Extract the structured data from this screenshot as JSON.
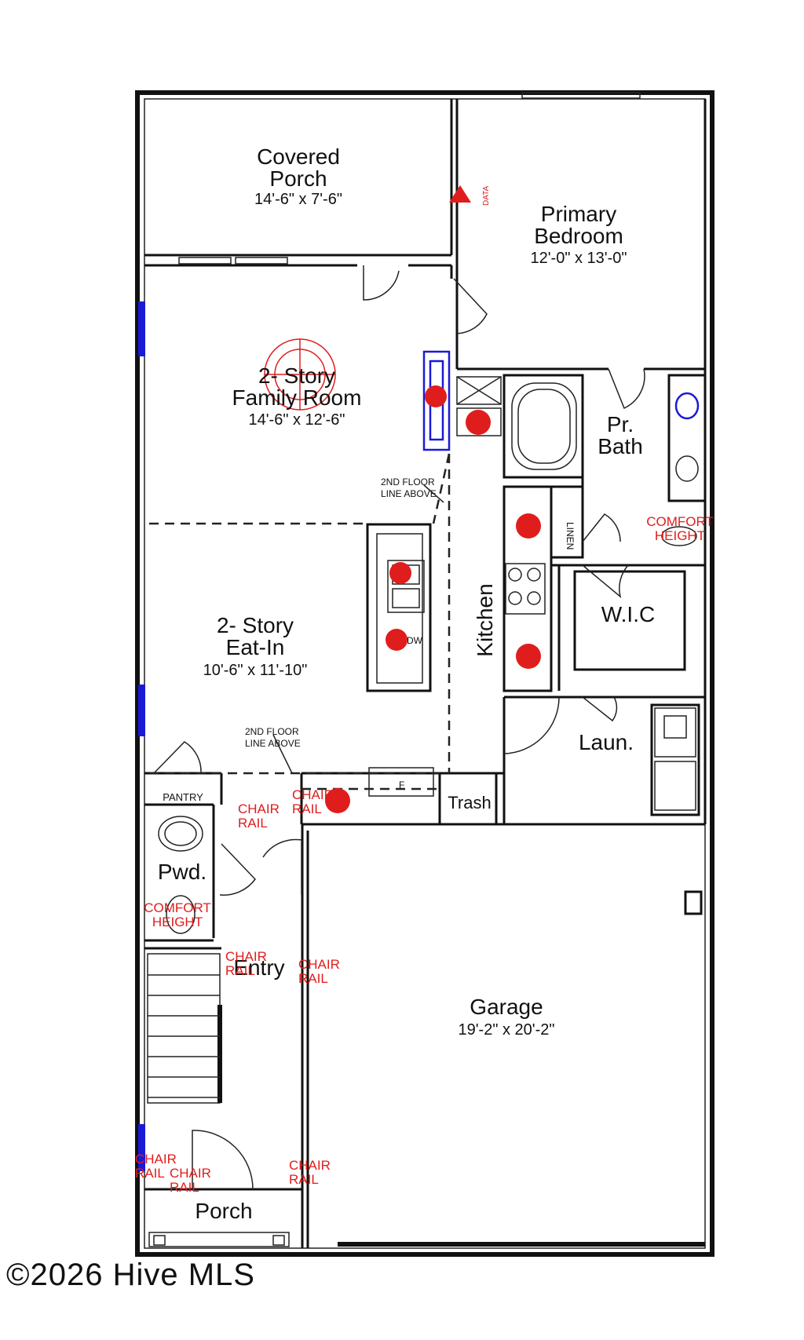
{
  "rooms": {
    "covered_porch": {
      "name_line1": "Covered",
      "name_line2": "Porch",
      "dims": "14'-6\" x 7'-6\""
    },
    "primary_bedroom": {
      "name_line1": "Primary",
      "name_line2": "Bedroom",
      "dims": "12'-0\" x 13'-0\""
    },
    "family_room": {
      "name_line1": "2- Story",
      "name_line2": "Family Room",
      "dims": "14'-6\" x 12'-6\""
    },
    "pr_bath": {
      "name_line1": "Pr.",
      "name_line2": "Bath"
    },
    "linen": "LINEN",
    "wic": "W.I.C",
    "kitchen": "Kitchen",
    "eat_in": {
      "name_line1": "2- Story",
      "name_line2": "Eat-In",
      "dims": "10'-6\" x 11'-10\""
    },
    "laundry": "Laun.",
    "trash": "Trash",
    "pantry": "PANTRY",
    "powder": "Pwd.",
    "entry": "Entry",
    "garage": {
      "name": "Garage",
      "dims": "19'-2\" x 20'-2\""
    },
    "porch": "Porch"
  },
  "notes": {
    "second_floor_line_1": {
      "line1": "2ND FLOOR",
      "line2": "LINE ABOVE"
    },
    "second_floor_line_2": {
      "line1": "2ND FLOOR",
      "line2": "LINE ABOVE"
    },
    "data": "DATA",
    "dw": "DW",
    "fridge": "F",
    "chair_rail_word1": "CHAIR",
    "chair_rail_word2": "RAIL",
    "comfort_word1": "COMFORT",
    "comfort_word2": "HEIGHT"
  },
  "copyright": "©2026 Hive MLS",
  "colors": {
    "wall": "#111111",
    "window": "#1a1ad6",
    "electrical": "#e01d1d"
  }
}
